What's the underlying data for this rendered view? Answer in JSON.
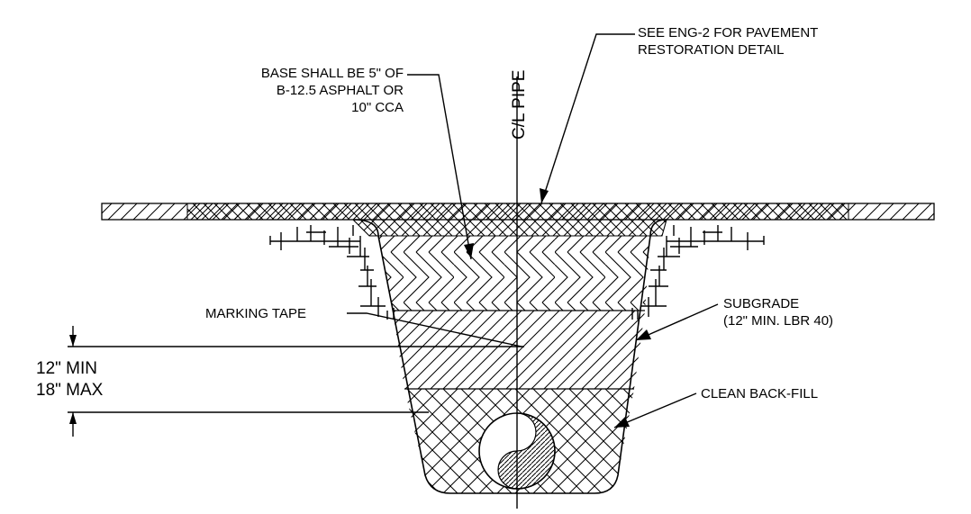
{
  "labels": {
    "pavement_note": [
      "SEE ENG-2 FOR PAVEMENT",
      "RESTORATION DETAIL"
    ],
    "base_note": [
      "BASE SHALL BE 5\" OF",
      "B-12.5 ASPHALT OR",
      "10\" CCA"
    ],
    "centerline": "C/L PIPE",
    "marking_tape": "MARKING TAPE",
    "subgrade": [
      "SUBGRADE",
      "(12\" MIN. LBR 40)"
    ],
    "backfill": "CLEAN BACK-FILL",
    "depth": [
      "12\" MIN",
      "18\" MAX"
    ]
  },
  "colors": {
    "line": "#000000",
    "background": "#ffffff"
  }
}
